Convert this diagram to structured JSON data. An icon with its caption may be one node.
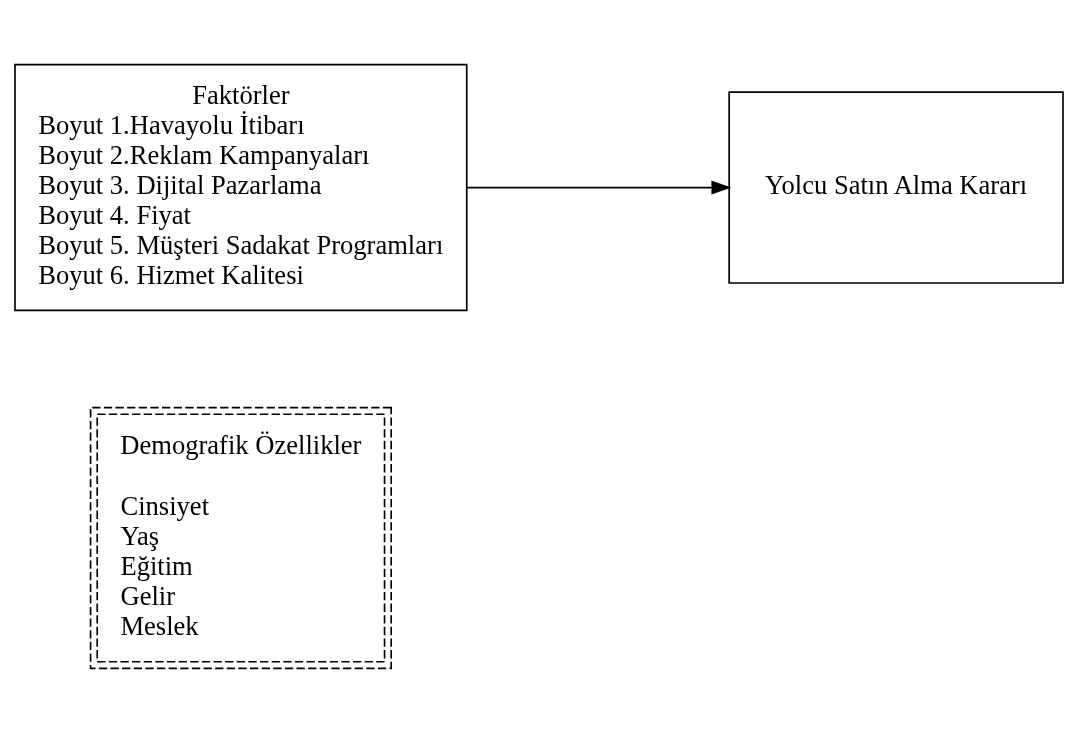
{
  "diagram": {
    "nodes": [
      {
        "text": [
          "Faktörler",
          "Boyut 1.Havayolu İtibarı",
          "Boyut 2.Reklam Kampanyaları",
          "Boyut 3. Dijital Pazarlama",
          "Boyut 4. Fiyat",
          "Boyut 5. Müşteri Sadakat Programları",
          "Boyut 6. Hizmet Kalitesi"
        ]
      },
      {
        "text": [
          "Yolcu Satın Alma Kararı"
        ]
      },
      {
        "text": [
          "Demografik Özellikler",
          "Cinsiyet",
          "Yaş",
          "Eğitim",
          "Gelir",
          "Meslek"
        ]
      }
    ],
    "edges": [
      {
        "from": 0,
        "to": 1,
        "arrow": "to"
      }
    ]
  }
}
